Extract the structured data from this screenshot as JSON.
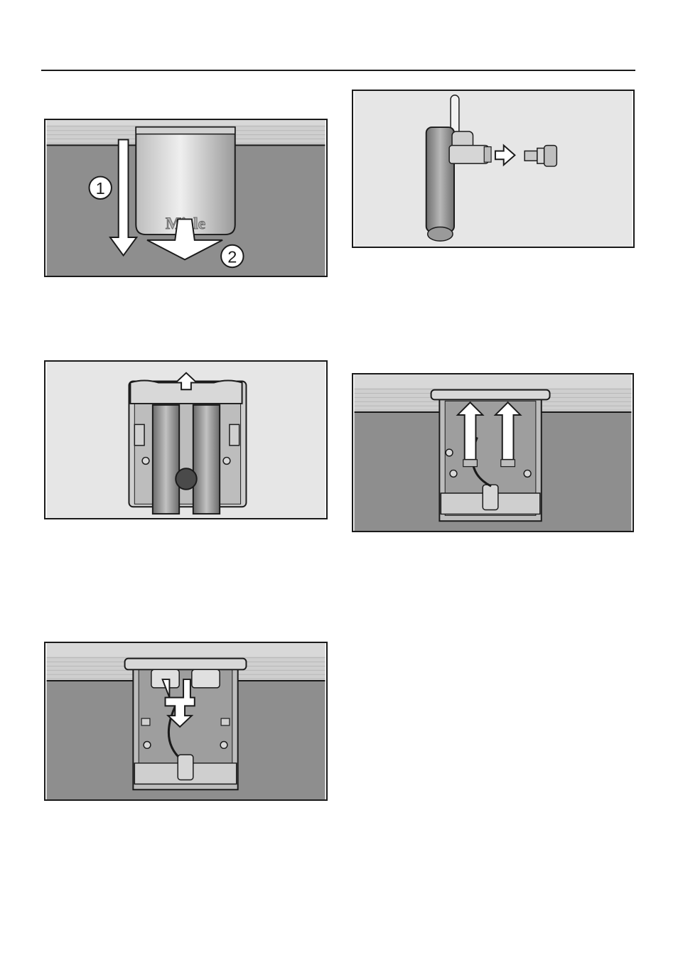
{
  "page": {
    "background": "#ffffff"
  },
  "figures": [
    {
      "id": "filter-removal",
      "callouts": [
        "1",
        "2"
      ],
      "logo_text": "Miele"
    },
    {
      "id": "hose-disconnect"
    },
    {
      "id": "bracket-lift"
    },
    {
      "id": "cartridge-insert"
    },
    {
      "id": "valve-pull-down"
    }
  ],
  "colors": {
    "dark_panel": "#8e8e8e",
    "light_panel": "#e6e6e6",
    "countertop": "#c8c8c8",
    "outline": "#1a1a1a"
  }
}
